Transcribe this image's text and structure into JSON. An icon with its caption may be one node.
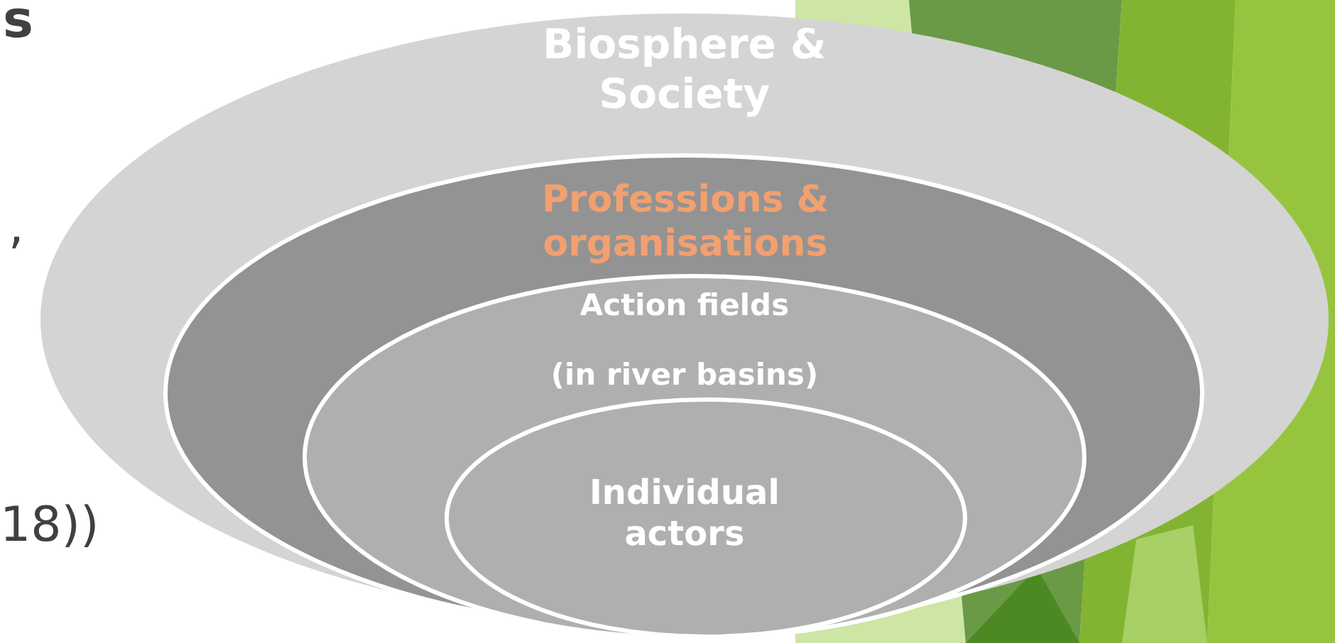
{
  "diagram": {
    "nodes": [
      {
        "text": [
          "Biosphere & Society"
        ]
      },
      {
        "text": [
          "Professions & organisations"
        ],
        "in": 0
      },
      {
        "text": [
          "Action fields",
          "(in river basins)"
        ],
        "in": 1
      },
      {
        "text": [
          "Individual actors"
        ],
        "in": 2
      }
    ],
    "labels": [
      "s",
      ",",
      "18))"
    ]
  }
}
